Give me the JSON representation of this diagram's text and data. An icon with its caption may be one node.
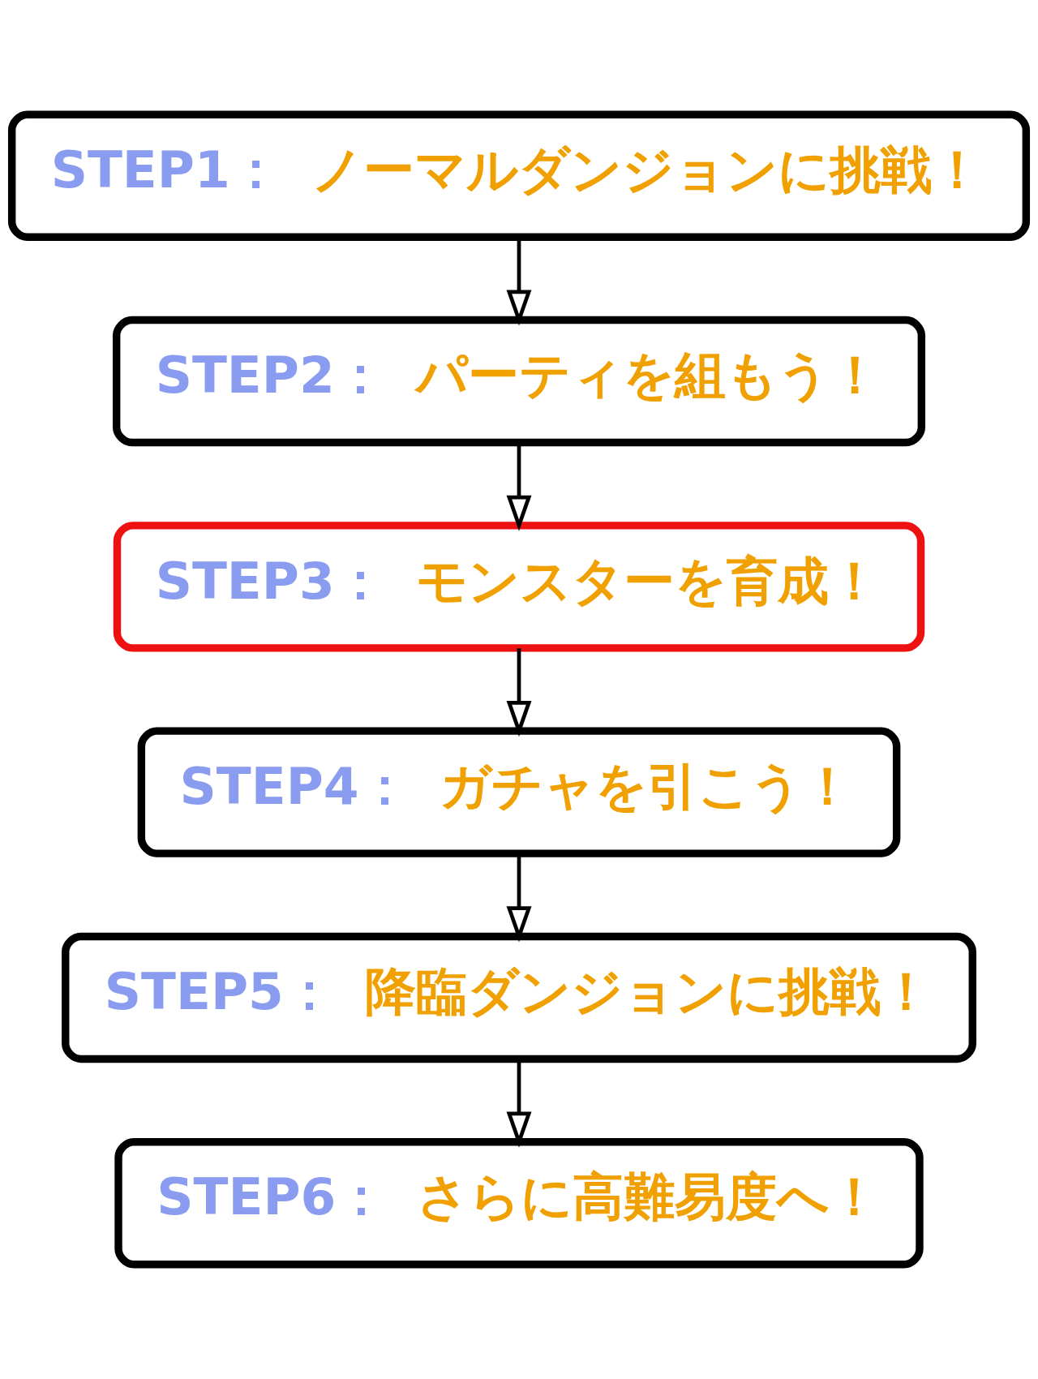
{
  "diagram": {
    "nodes": [
      {
        "text": [
          "STEP1：",
          "ノーマルダンジョンに挑戦！"
        ]
      },
      {
        "text": [
          "STEP2：",
          "パーティを組もう！"
        ]
      },
      {
        "text": [
          "STEP3：",
          "モンスターを育成！"
        ]
      },
      {
        "text": [
          "STEP4：",
          "ガチャを引こう！"
        ]
      },
      {
        "text": [
          "STEP5：",
          "降臨ダンジョンに挑戦！"
        ]
      },
      {
        "text": [
          "STEP6：",
          "さらに高難易度へ！"
        ]
      }
    ],
    "edges": [
      {
        "from": 0,
        "to": 1,
        "arrow": "to"
      },
      {
        "from": 1,
        "to": 2,
        "arrow": "to"
      },
      {
        "from": 2,
        "to": 3,
        "arrow": "to"
      },
      {
        "from": 3,
        "to": 4,
        "arrow": "to"
      },
      {
        "from": 4,
        "to": 5,
        "arrow": "to"
      }
    ]
  }
}
